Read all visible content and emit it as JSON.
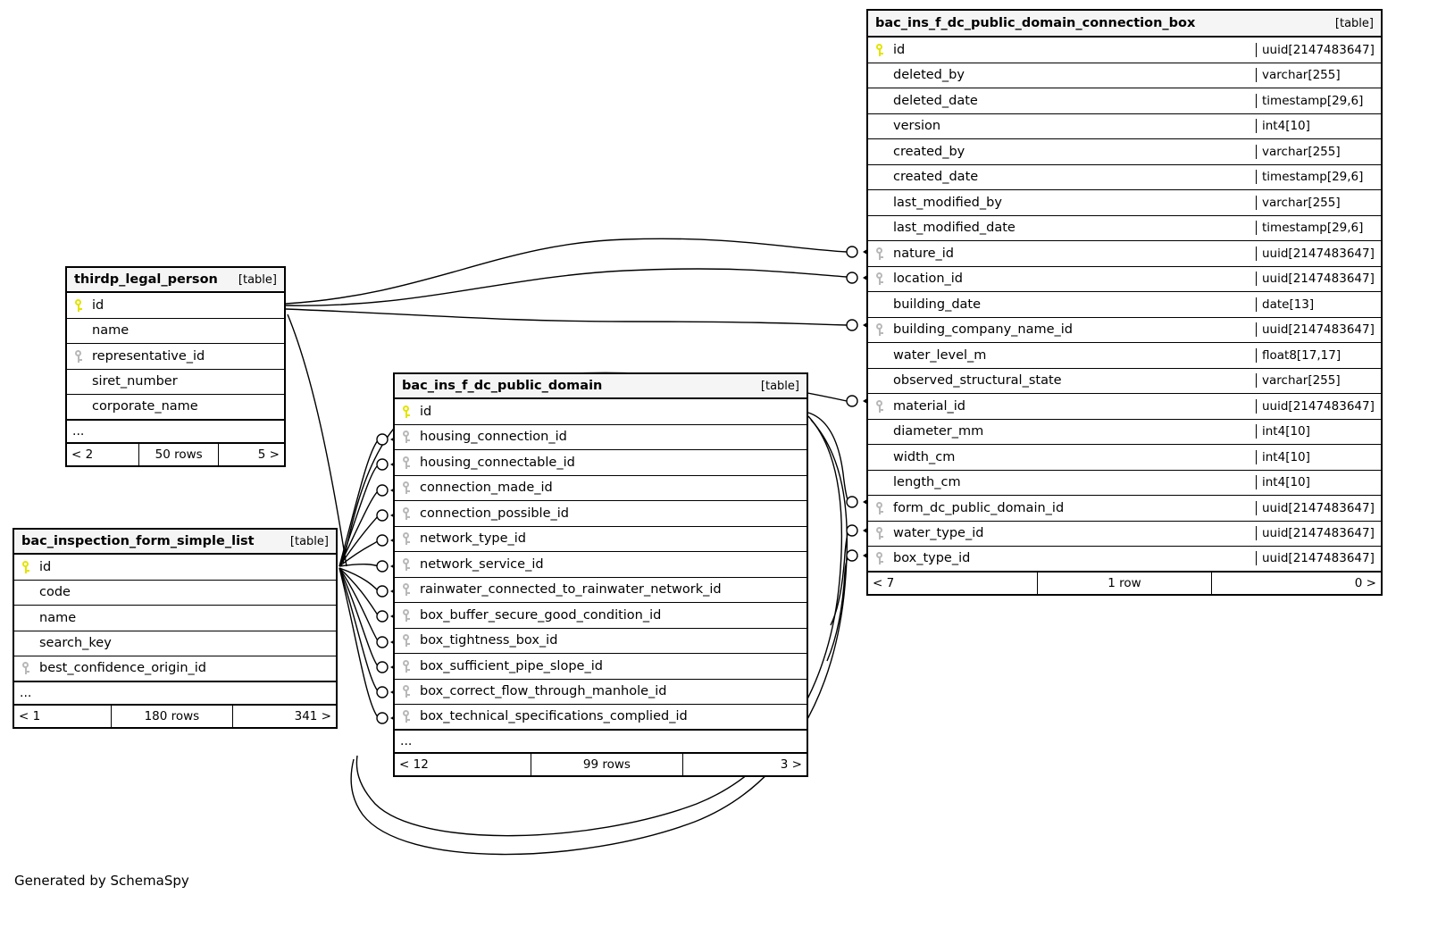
{
  "diagram": {
    "generator_credit": "Generated by SchemaSpy",
    "table_kind_label": "[table]",
    "ellipsis": "...",
    "icons": {
      "primary_key": "key-icon-primary",
      "foreign_key": "key-icon-foreign"
    },
    "colors": {
      "primary_key": "#e3e300",
      "foreign_key": "#b8b8b8",
      "header_bg": "#f5f5f5",
      "border": "#000000",
      "background": "#ffffff"
    }
  },
  "tables": [
    {
      "id": "thirdp_legal_person",
      "name": "thirdp_legal_person",
      "kind": "[table]",
      "columns": [
        {
          "key": "primary",
          "name": "id",
          "type": ""
        },
        {
          "key": "none",
          "name": "name",
          "type": ""
        },
        {
          "key": "foreign",
          "name": "representative_id",
          "type": ""
        },
        {
          "key": "none",
          "name": "siret_number",
          "type": ""
        },
        {
          "key": "none",
          "name": "corporate_name",
          "type": ""
        }
      ],
      "has_ellipsis": true,
      "footer": {
        "left": "< 2",
        "middle": "50 rows",
        "right": "5 >"
      }
    },
    {
      "id": "bac_inspection_form_simple_list",
      "name": "bac_inspection_form_simple_list",
      "kind": "[table]",
      "columns": [
        {
          "key": "primary",
          "name": "id",
          "type": ""
        },
        {
          "key": "none",
          "name": "code",
          "type": ""
        },
        {
          "key": "none",
          "name": "name",
          "type": ""
        },
        {
          "key": "none",
          "name": "search_key",
          "type": ""
        },
        {
          "key": "foreign",
          "name": "best_confidence_origin_id",
          "type": ""
        }
      ],
      "has_ellipsis": true,
      "footer": {
        "left": "< 1",
        "middle": "180 rows",
        "right": "341 >"
      }
    },
    {
      "id": "bac_ins_f_dc_public_domain",
      "name": "bac_ins_f_dc_public_domain",
      "kind": "[table]",
      "columns": [
        {
          "key": "primary",
          "name": "id",
          "type": ""
        },
        {
          "key": "foreign",
          "name": "housing_connection_id",
          "type": ""
        },
        {
          "key": "foreign",
          "name": "housing_connectable_id",
          "type": ""
        },
        {
          "key": "foreign",
          "name": "connection_made_id",
          "type": ""
        },
        {
          "key": "foreign",
          "name": "connection_possible_id",
          "type": ""
        },
        {
          "key": "foreign",
          "name": "network_type_id",
          "type": ""
        },
        {
          "key": "foreign",
          "name": "network_service_id",
          "type": ""
        },
        {
          "key": "foreign",
          "name": "rainwater_connected_to_rainwater_network_id",
          "type": ""
        },
        {
          "key": "foreign",
          "name": "box_buffer_secure_good_condition_id",
          "type": ""
        },
        {
          "key": "foreign",
          "name": "box_tightness_box_id",
          "type": ""
        },
        {
          "key": "foreign",
          "name": "box_sufficient_pipe_slope_id",
          "type": ""
        },
        {
          "key": "foreign",
          "name": "box_correct_flow_through_manhole_id",
          "type": ""
        },
        {
          "key": "foreign",
          "name": "box_technical_specifications_complied_id",
          "type": ""
        }
      ],
      "has_ellipsis": true,
      "footer": {
        "left": "< 12",
        "middle": "99 rows",
        "right": "3 >"
      }
    },
    {
      "id": "bac_ins_f_dc_public_domain_connection_box",
      "name": "bac_ins_f_dc_public_domain_connection_box",
      "kind": "[table]",
      "columns": [
        {
          "key": "primary",
          "name": "id",
          "type": "uuid[2147483647]"
        },
        {
          "key": "none",
          "name": "deleted_by",
          "type": "varchar[255]"
        },
        {
          "key": "none",
          "name": "deleted_date",
          "type": "timestamp[29,6]"
        },
        {
          "key": "none",
          "name": "version",
          "type": "int4[10]"
        },
        {
          "key": "none",
          "name": "created_by",
          "type": "varchar[255]"
        },
        {
          "key": "none",
          "name": "created_date",
          "type": "timestamp[29,6]"
        },
        {
          "key": "none",
          "name": "last_modified_by",
          "type": "varchar[255]"
        },
        {
          "key": "none",
          "name": "last_modified_date",
          "type": "timestamp[29,6]"
        },
        {
          "key": "foreign",
          "name": "nature_id",
          "type": "uuid[2147483647]"
        },
        {
          "key": "foreign",
          "name": "location_id",
          "type": "uuid[2147483647]"
        },
        {
          "key": "none",
          "name": "building_date",
          "type": "date[13]"
        },
        {
          "key": "foreign",
          "name": "building_company_name_id",
          "type": "uuid[2147483647]"
        },
        {
          "key": "none",
          "name": "water_level_m",
          "type": "float8[17,17]"
        },
        {
          "key": "none",
          "name": "observed_structural_state",
          "type": "varchar[255]"
        },
        {
          "key": "foreign",
          "name": "material_id",
          "type": "uuid[2147483647]"
        },
        {
          "key": "none",
          "name": "diameter_mm",
          "type": "int4[10]"
        },
        {
          "key": "none",
          "name": "width_cm",
          "type": "int4[10]"
        },
        {
          "key": "none",
          "name": "length_cm",
          "type": "int4[10]"
        },
        {
          "key": "foreign",
          "name": "form_dc_public_domain_id",
          "type": "uuid[2147483647]"
        },
        {
          "key": "foreign",
          "name": "water_type_id",
          "type": "uuid[2147483647]"
        },
        {
          "key": "foreign",
          "name": "box_type_id",
          "type": "uuid[2147483647]"
        }
      ],
      "has_ellipsis": false,
      "footer": {
        "left": "< 7",
        "middle": "1 row",
        "right": "0 >"
      }
    }
  ]
}
